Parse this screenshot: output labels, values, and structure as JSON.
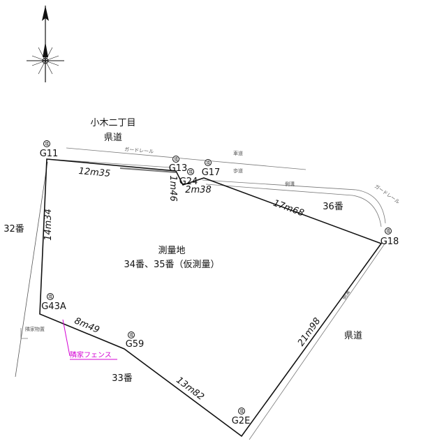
{
  "title_lines": [
    "小木二丁目",
    "県道"
  ],
  "points": {
    "G11": "G11",
    "G13": "G13",
    "G24": "G24",
    "G17": "G17",
    "G18": "G18",
    "G2E": "G2E",
    "G59": "G59",
    "G43A": "G43A"
  },
  "monument_mark": "境",
  "distances": {
    "g11_g13": "12m35",
    "g13_g24": "1m46",
    "g24_g17": "2m38",
    "g17_g18": "17m68",
    "g18_g2e": "21m98",
    "g2e_g59": "13m82",
    "g59_g43a": "8m49",
    "g43a_g11": "14m34"
  },
  "parcels": {
    "p36": "36番",
    "p32": "32番",
    "p33": "33番",
    "kendo_right": "県道"
  },
  "survey": {
    "name": "測量地",
    "detail": "34番、35番（仮測量）"
  },
  "road_labels": {
    "guardrail_top": "ガードレール",
    "guardrail_right": "ガードレール",
    "roadway": "車道",
    "sidewalk": "歩道",
    "ditch": "側溝",
    "ditch_right": "側溝",
    "neighbor_building": "隣家物置"
  },
  "fence_label": "隣家フェンス",
  "colors": {
    "line": "#111111",
    "fence": "#d400d4",
    "road": "#777777"
  }
}
